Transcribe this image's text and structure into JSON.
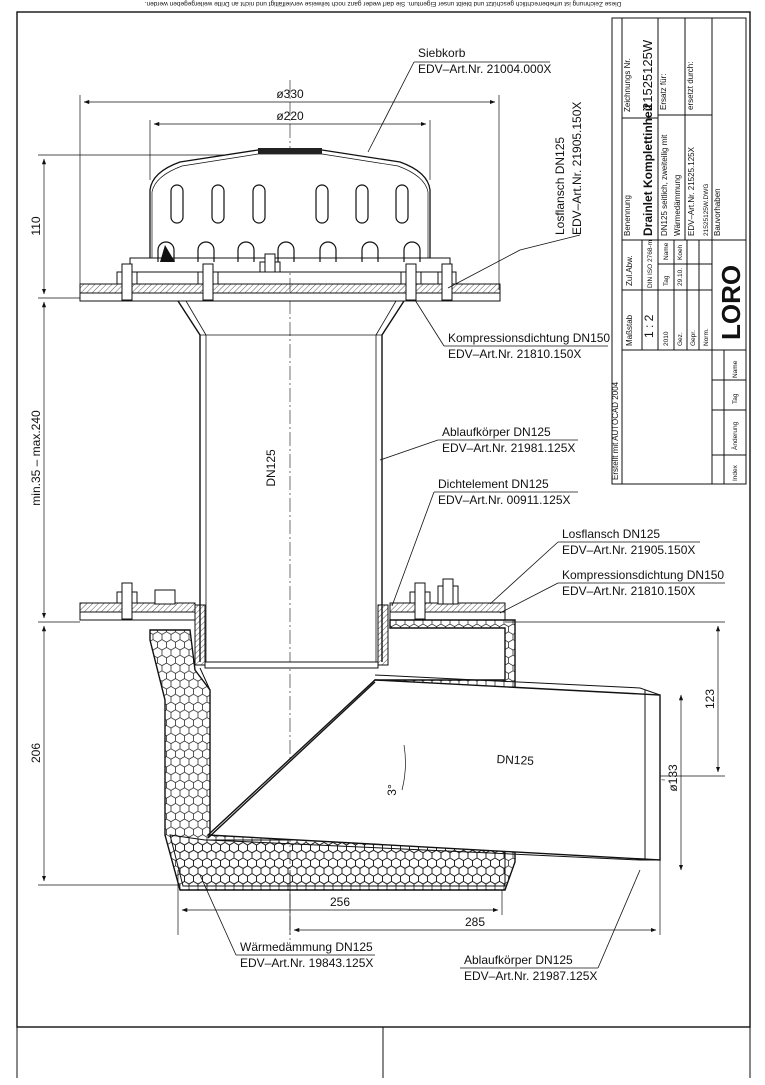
{
  "disclaimer": "Diese Zeichnung ist urheberrechtlich geschützt und bleibt unser Eigentum. Sie darf weder ganz noch teilweise vervielfältigt und nicht an Dritte weitergegeben werden.",
  "callouts": {
    "siebkorb": {
      "name": "Siebkorb",
      "art": "EDV–Art.Nr. 21004.000X"
    },
    "losflansch_top": {
      "name": "Losflansch DN125",
      "art": "EDV–Art.Nr. 21905.150X"
    },
    "kompression_top": {
      "name": "Kompressionsdichtung DN150",
      "art": "EDV–Art.Nr. 21810.150X"
    },
    "ablaufkoerper_vertical": {
      "name": "Ablaufkörper DN125",
      "art": "EDV–Art.Nr. 21981.125X"
    },
    "dichtelement": {
      "name": "Dichtelement DN125",
      "art": "EDV–Art.Nr. 00911.125X"
    },
    "losflansch_mid": {
      "name": "Losflansch DN125",
      "art": "EDV–Art.Nr. 21905.150X"
    },
    "kompression_mid": {
      "name": "Kompressionsdichtung DN150",
      "art": "EDV–Art.Nr. 21810.150X"
    },
    "waermedaemmung": {
      "name": "Wärmedämmung DN125",
      "art": "EDV–Art.Nr. 19843.125X"
    },
    "ablaufkoerper_bottom": {
      "name": "Ablaufkörper DN125",
      "art": "EDV–Art.Nr. 21987.125X"
    }
  },
  "dimensions": {
    "d330": "ø330",
    "d220": "ø220",
    "h110": "110",
    "vertical_range": "min.35 – max.240",
    "h206": "206",
    "pipe_vertical": "DN125",
    "pipe_horizontal": "DN125",
    "angle": "3°",
    "h123": "123",
    "d133": "ø133",
    "w256": "256",
    "w285": "285"
  },
  "title_block": {
    "created_with": "Erstellt mit AUTOCAD 2004",
    "zeichnungs_nr_label": "Zeichnungs Nr.",
    "zeichnungs_nr": "21525125W",
    "ersatz_fuer": "Ersatz für:",
    "ersetzt_durch": "ersetzt durch:",
    "benennung_label": "Benennung",
    "benennung": "Drainlet Komplettinheit",
    "desc_line1": "DN125 seitlich, zweiteilig mit",
    "desc_line2": "Wärmedämmung",
    "desc_line3": "EDV–Art.Nr. 21525.125X",
    "dwg_file": "21525125W.DWG",
    "bauvorhaben": "Bauvorhaben",
    "zul_abw_label": "Zul.Abw.",
    "din": "DIN ISO 2768-m",
    "massstab_label": "Maßstab",
    "massstab": "1 : 2",
    "tag_label": "Tag",
    "name_label": "Name",
    "year": "2010",
    "gez_label": "Gez.",
    "gez_date": "29.10.",
    "gez_name": "Koeh",
    "gepr_label": "Gepr.",
    "norm_label": "Norm.",
    "logo": "LORO",
    "rev_name": "Name",
    "rev_tag": "Tag",
    "rev_aenderung": "Änderung",
    "rev_index": "Index"
  }
}
